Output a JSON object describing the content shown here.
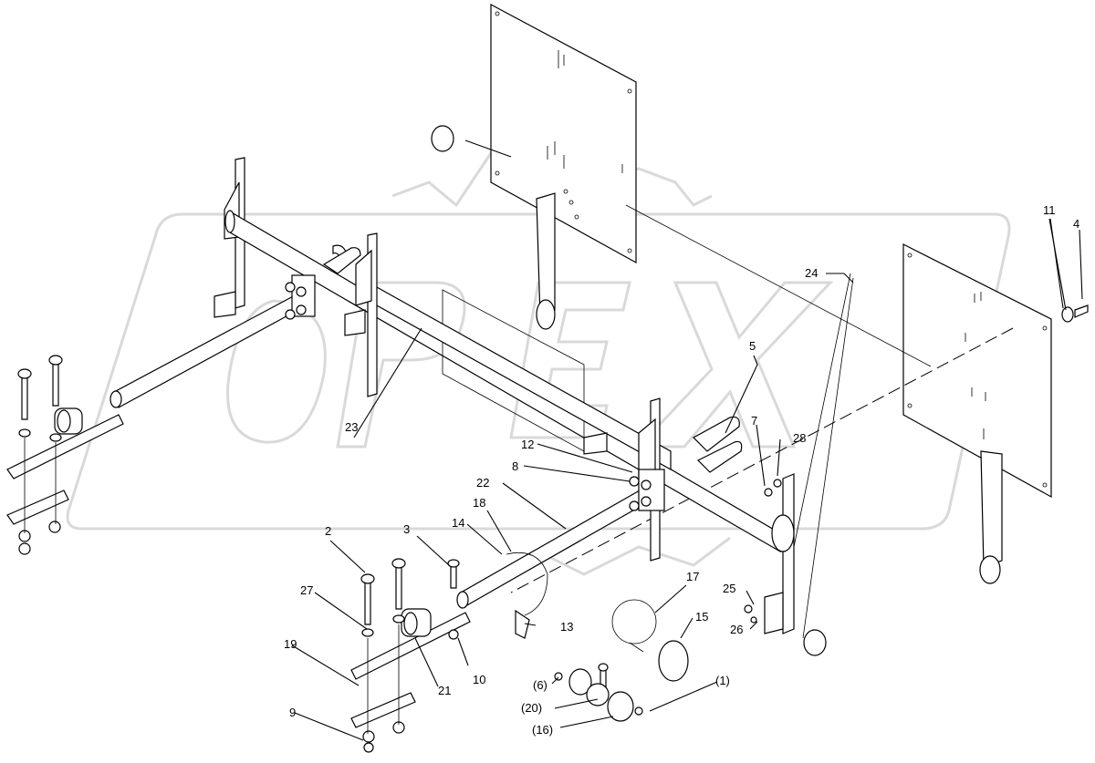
{
  "watermark": {
    "text": "OPEX"
  },
  "callouts": [
    {
      "id": "1",
      "label": "(1)"
    },
    {
      "id": "2",
      "label": "2"
    },
    {
      "id": "3",
      "label": "3"
    },
    {
      "id": "4",
      "label": "4"
    },
    {
      "id": "5",
      "label": "5"
    },
    {
      "id": "6",
      "label": "(6)"
    },
    {
      "id": "7",
      "label": "7"
    },
    {
      "id": "8",
      "label": "8"
    },
    {
      "id": "9",
      "label": "9"
    },
    {
      "id": "10",
      "label": "10"
    },
    {
      "id": "11",
      "label": "11"
    },
    {
      "id": "12",
      "label": "12"
    },
    {
      "id": "13",
      "label": "13"
    },
    {
      "id": "14",
      "label": "14"
    },
    {
      "id": "15",
      "label": "15"
    },
    {
      "id": "16",
      "label": "(16)"
    },
    {
      "id": "17",
      "label": "17"
    },
    {
      "id": "18",
      "label": "18"
    },
    {
      "id": "19",
      "label": "19"
    },
    {
      "id": "20",
      "label": "(20)"
    },
    {
      "id": "21",
      "label": "21"
    },
    {
      "id": "22",
      "label": "22"
    },
    {
      "id": "23",
      "label": "23"
    },
    {
      "id": "24",
      "label": "24"
    },
    {
      "id": "25",
      "label": "25"
    },
    {
      "id": "26",
      "label": "26"
    },
    {
      "id": "27",
      "label": "27"
    },
    {
      "id": "28",
      "label": "28"
    }
  ]
}
